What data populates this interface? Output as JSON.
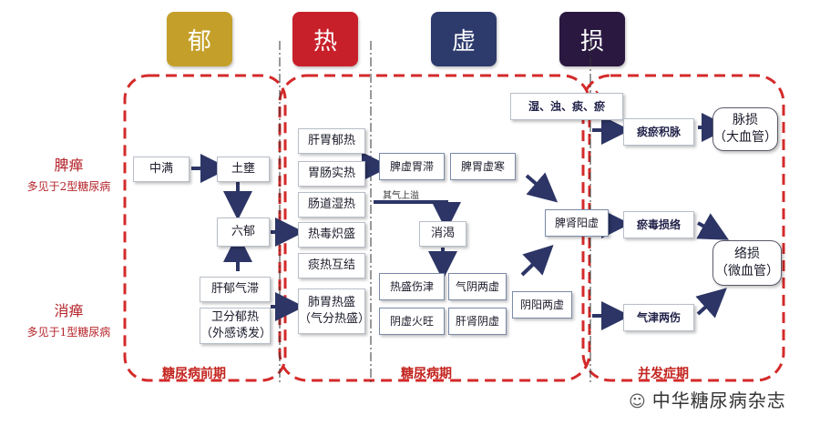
{
  "stages": {
    "yu": {
      "label": "郁",
      "color": "#c4a02a"
    },
    "re": {
      "label": "热",
      "color": "#c8202a"
    },
    "xu": {
      "label": "虚",
      "color": "#2c3a6c"
    },
    "sun": {
      "label": "损",
      "color": "#2a1840"
    }
  },
  "left_labels": {
    "piju": "脾瘅",
    "piju_sub": "多见于2型糖尿病",
    "xiaoju": "消瘅",
    "xiaoju_sub": "多见于1型糖尿病"
  },
  "phases": {
    "pre": "糖尿病前期",
    "disease": "糖尿病期",
    "complication": "并发症期"
  },
  "nodes": {
    "zhongman": "中满",
    "tuyong": "土壅",
    "liuyu": "六郁",
    "ganyuqizhi": "肝郁气滞",
    "weifenyure": "卫分郁热\n（外感诱发）",
    "ganweiyure": "肝胃郁热",
    "weichangshire": "胃肠实热",
    "changdaoshire": "肠道湿热",
    "redouchisheng": "热毒炽盛",
    "tanrehujie": "痰热互结",
    "feiweiresheng": "肺胃热盛\n（气分热盛）",
    "pixuweizhi": "脾虚胃滞",
    "piweixuhan": "脾胃虚寒",
    "xiaoke": "消渴",
    "reshengshangjin": "热盛伤津",
    "qiyinliangxu": "气阴两虚",
    "yinxuhuowang": "阴虚火旺",
    "ganshenyinxu": "肝肾阴虚",
    "pishenyangxu": "脾肾阳虚",
    "yinyangliangxu": "阴阳两虚",
    "shizhuotanyu": "湿、浊、痰、瘀",
    "tanyujimai": "痰瘀积脉",
    "yudusunluo": "瘀毒损络",
    "qijinliangshang": "气津两伤",
    "maisun": "脉损\n（大血管）",
    "luosun": "络损\n（微血管）"
  },
  "edge_labels": {
    "qishang": "其气上溢"
  },
  "watermark": "中华糖尿病杂志",
  "colors": {
    "arrow": "#2c3565",
    "dashed_border": "#d42a2a",
    "divider": "#333333"
  }
}
